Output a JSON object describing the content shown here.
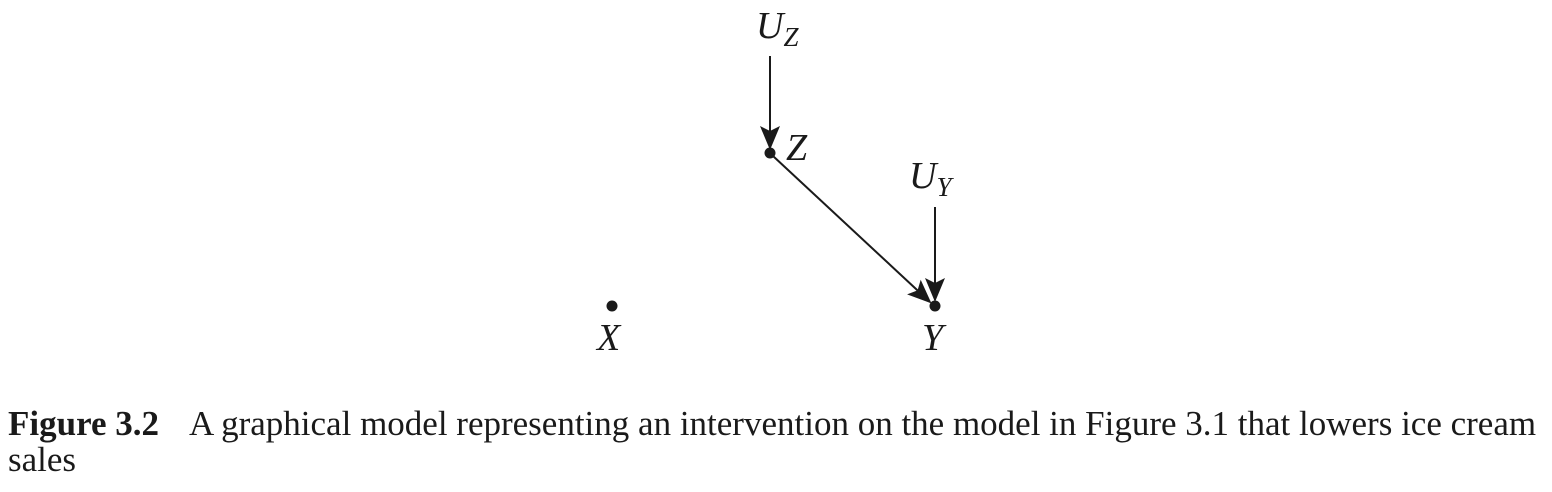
{
  "diagram": {
    "nodes": {
      "uz": {
        "base": "U",
        "sub": "Z"
      },
      "uy": {
        "base": "U",
        "sub": "Y"
      },
      "z": {
        "base": "Z"
      },
      "y": {
        "base": "Y"
      },
      "x": {
        "base": "X"
      }
    },
    "edges": [
      {
        "from": "U_Z",
        "to": "Z"
      },
      {
        "from": "Z",
        "to": "Y"
      },
      {
        "from": "U_Y",
        "to": "Y"
      }
    ]
  },
  "caption": {
    "label": "Figure 3.2",
    "text": "A graphical model representing an intervention on the model in Figure 3.1 that lowers ice cream sales"
  }
}
